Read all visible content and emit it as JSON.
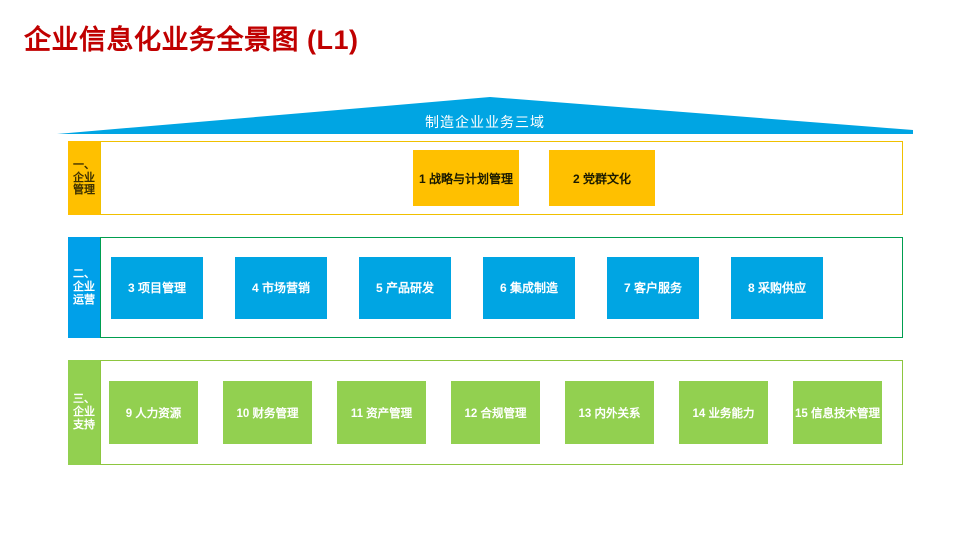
{
  "title": "企业信息化业务全景图 (L1)",
  "roof": {
    "label": "制造企业业务三域",
    "color": "#00A5E3"
  },
  "colors": {
    "title": "#C00000",
    "layer1": "#FFC000",
    "layer1_border": "#F0C000",
    "layer2": "#00A5E3",
    "layer2_border": "#009E4F",
    "layer3": "#92D050",
    "layer3_border": "#8DC63F"
  },
  "layers": [
    {
      "tab": {
        "line1": "一、",
        "line2": "企业",
        "line3": "管理"
      },
      "cards": [
        {
          "label": "1 战略与计划管理"
        },
        {
          "label": "2 党群文化"
        }
      ]
    },
    {
      "tab": {
        "line1": "二、",
        "line2": "企业",
        "line3": "运营"
      },
      "cards": [
        {
          "label": "3 项目管理"
        },
        {
          "label": "4 市场营销"
        },
        {
          "label": "5 产品研发"
        },
        {
          "label": "6 集成制造"
        },
        {
          "label": "7 客户服务"
        },
        {
          "label": "8 采购供应"
        }
      ]
    },
    {
      "tab": {
        "line1": "三、",
        "line2": "企业",
        "line3": "支持"
      },
      "cards": [
        {
          "label": "9 人力资源"
        },
        {
          "label": "10 财务管理"
        },
        {
          "label": "11 资产管理"
        },
        {
          "label": "12 合规管理"
        },
        {
          "label": "13 内外关系"
        },
        {
          "label": "14 业务能力"
        },
        {
          "label": "15 信息技术管理"
        }
      ]
    }
  ]
}
